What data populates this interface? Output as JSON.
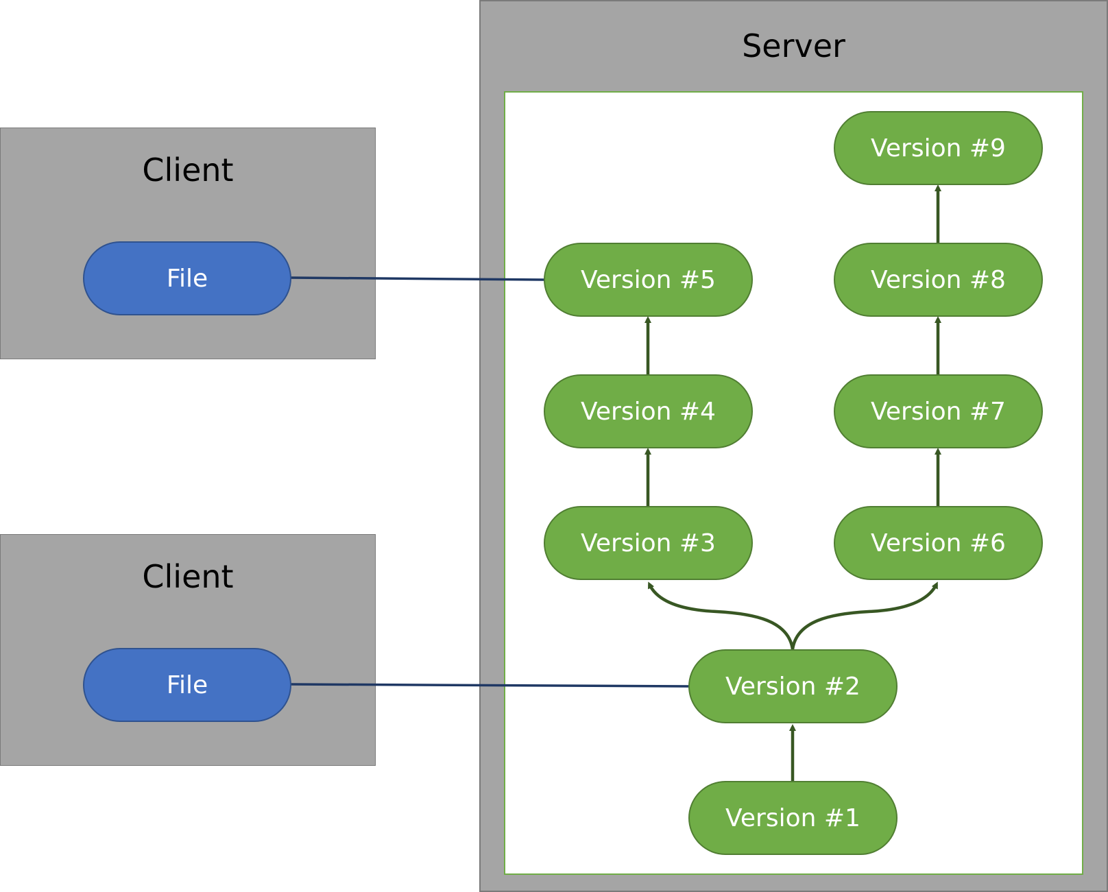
{
  "server": {
    "title": "Server"
  },
  "clients": [
    {
      "title": "Client",
      "file_label": "File"
    },
    {
      "title": "Client",
      "file_label": "File"
    }
  ],
  "versions": [
    {
      "id": "v1",
      "label": "Version #1"
    },
    {
      "id": "v2",
      "label": "Version #2"
    },
    {
      "id": "v3",
      "label": "Version #3"
    },
    {
      "id": "v4",
      "label": "Version #4"
    },
    {
      "id": "v5",
      "label": "Version #5"
    },
    {
      "id": "v6",
      "label": "Version #6"
    },
    {
      "id": "v7",
      "label": "Version #7"
    },
    {
      "id": "v8",
      "label": "Version #8"
    },
    {
      "id": "v9",
      "label": "Version #9"
    }
  ],
  "edges": [
    {
      "from": "v1",
      "to": "v2"
    },
    {
      "from": "v2",
      "to": "v3"
    },
    {
      "from": "v2",
      "to": "v6"
    },
    {
      "from": "v3",
      "to": "v4"
    },
    {
      "from": "v4",
      "to": "v5"
    },
    {
      "from": "v6",
      "to": "v7"
    },
    {
      "from": "v7",
      "to": "v8"
    },
    {
      "from": "v8",
      "to": "v9"
    }
  ],
  "links": [
    {
      "client": 0,
      "version": "v5"
    },
    {
      "client": 1,
      "version": "v2"
    }
  ],
  "colors": {
    "container_fill": "#a5a5a5",
    "file_fill": "#4472c4",
    "version_fill": "#70ad47",
    "arrow": "#385723",
    "link_line": "#1f3864"
  }
}
